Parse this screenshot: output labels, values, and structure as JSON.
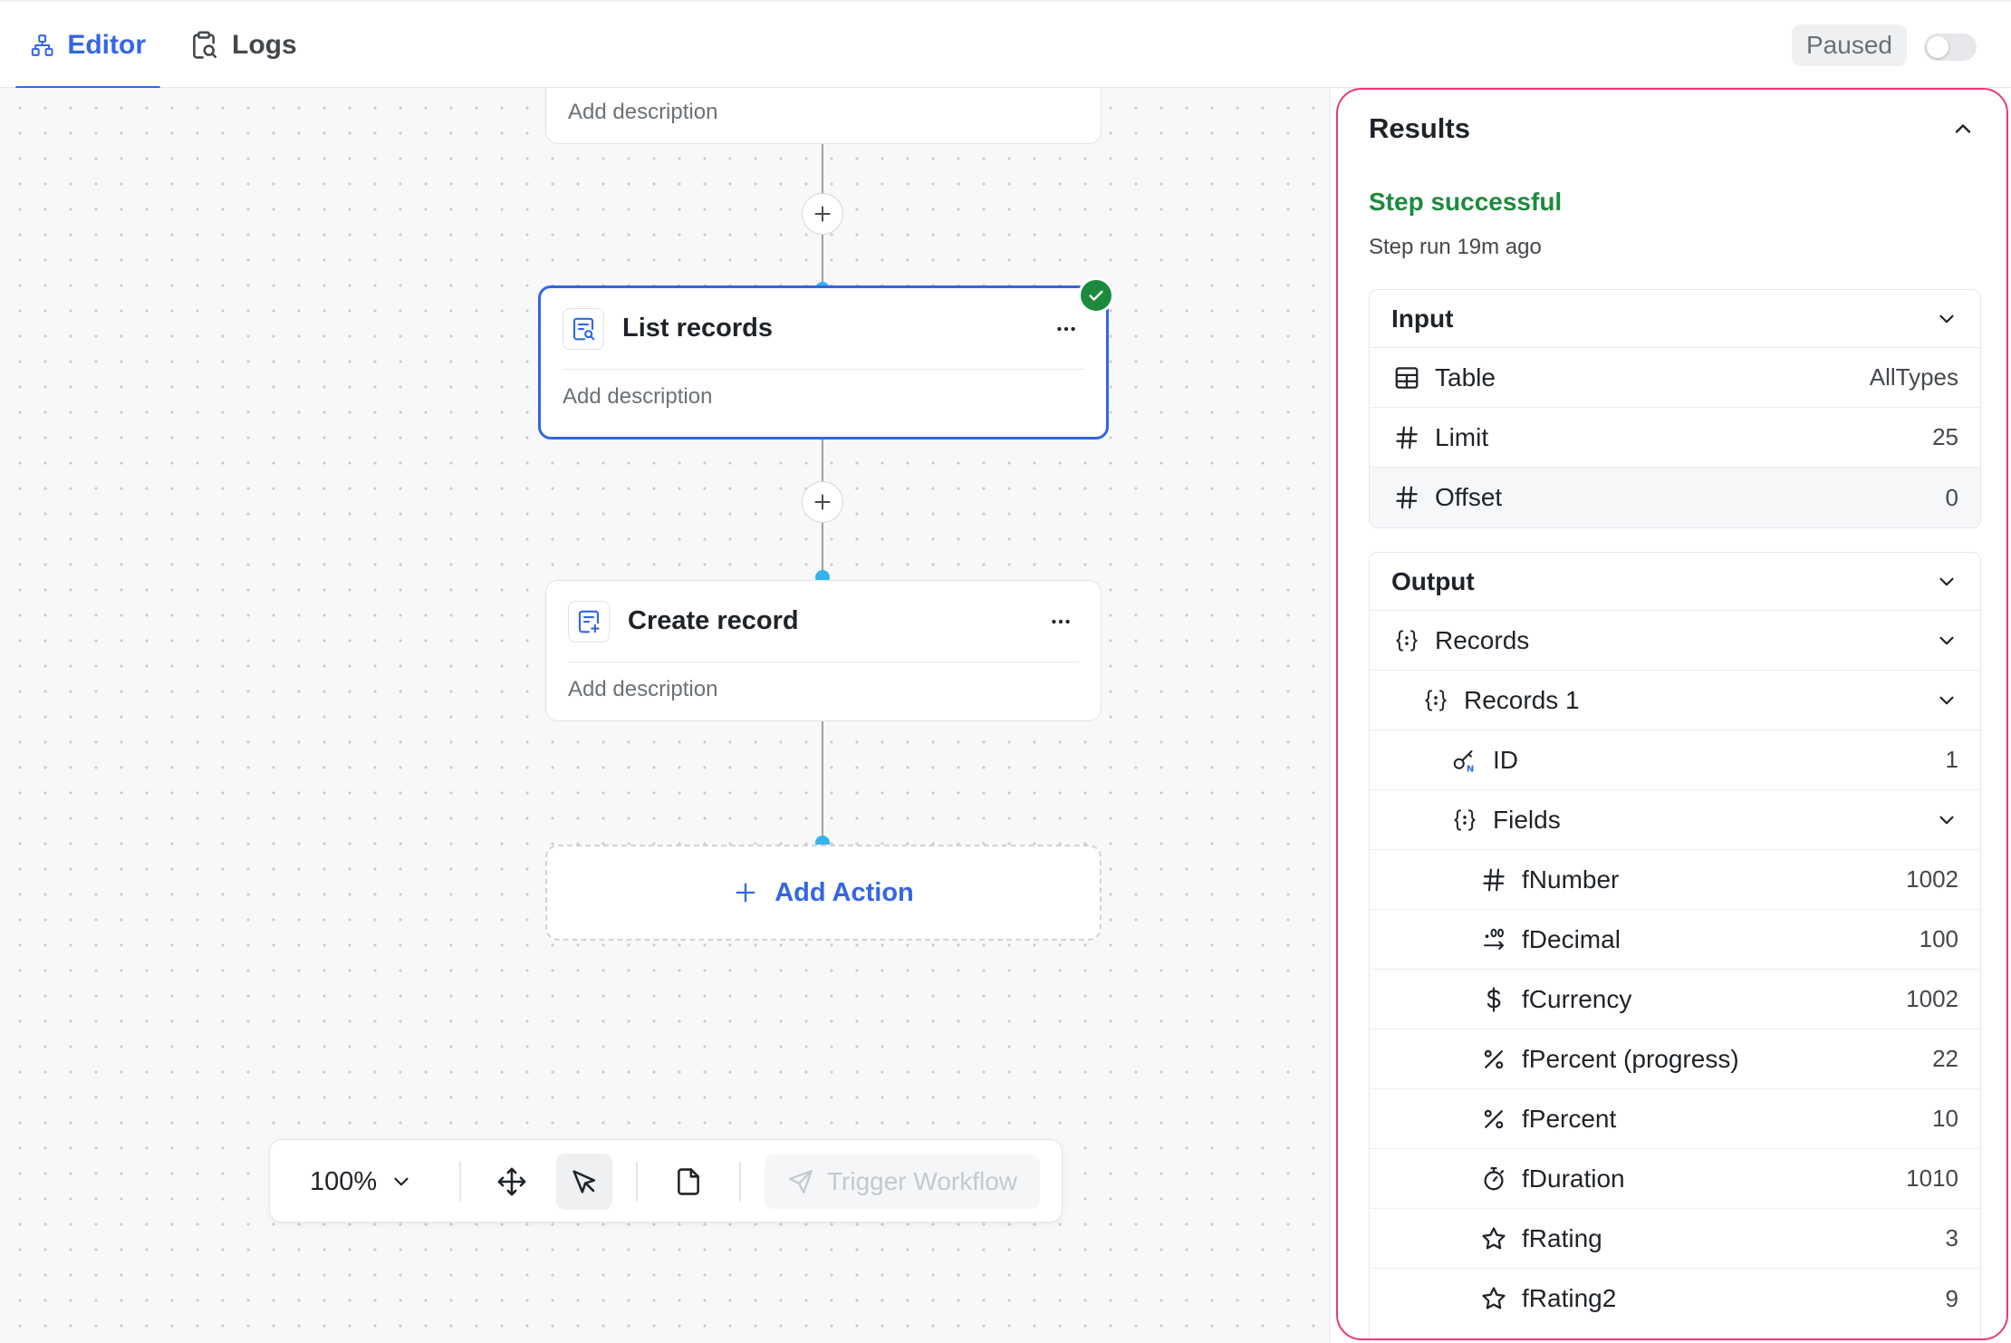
{
  "tabs": {
    "editor": "Editor",
    "logs": "Logs"
  },
  "status": {
    "paused": "Paused",
    "toggle_on": false
  },
  "canvas": {
    "top_node": {
      "description": "Add description"
    },
    "list_node": {
      "title": "List records",
      "description": "Add description"
    },
    "create_node": {
      "title": "Create record",
      "description": "Add description"
    },
    "add_action": "Add Action"
  },
  "toolbar": {
    "zoom": "100%",
    "trigger": "Trigger Workflow"
  },
  "results": {
    "title": "Results",
    "status": "Step successful",
    "time": "Step run 19m ago",
    "input": {
      "title": "Input",
      "rows": [
        {
          "icon": "table-icon",
          "label": "Table",
          "value": "AllTypes"
        },
        {
          "icon": "hash-icon",
          "label": "Limit",
          "value": "25"
        },
        {
          "icon": "hash-icon",
          "label": "Offset",
          "value": "0"
        }
      ]
    },
    "output": {
      "title": "Output",
      "records": "Records",
      "records_1": "Records 1",
      "id": {
        "label": "ID",
        "value": "1"
      },
      "fields": "Fields",
      "field_rows": [
        {
          "icon": "hash-icon",
          "label": "fNumber",
          "value": "1002"
        },
        {
          "icon": "decimal-icon",
          "label": "fDecimal",
          "value": "100"
        },
        {
          "icon": "dollar-icon",
          "label": "fCurrency",
          "value": "1002"
        },
        {
          "icon": "percent-icon",
          "label": "fPercent (progress)",
          "value": "22"
        },
        {
          "icon": "percent-icon",
          "label": "fPercent",
          "value": "10"
        },
        {
          "icon": "stopwatch-icon",
          "label": "fDuration",
          "value": "1010"
        },
        {
          "icon": "star-icon",
          "label": "fRating",
          "value": "3"
        },
        {
          "icon": "star-icon",
          "label": "fRating2",
          "value": "9"
        }
      ]
    }
  },
  "colors": {
    "accent": "#3466e4",
    "success": "#1c8a3e",
    "connector_dot": "#35b3f0",
    "panel_border": "#e6397a"
  }
}
